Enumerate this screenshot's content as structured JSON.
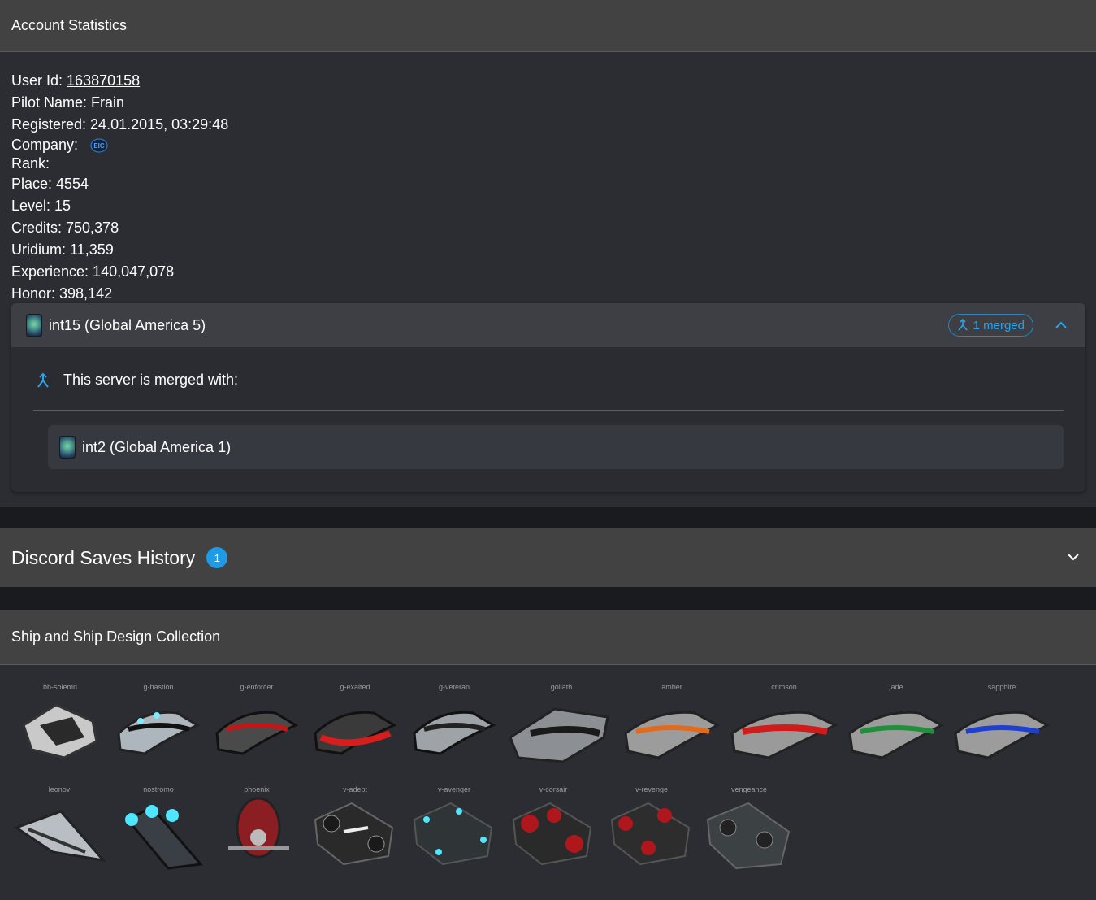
{
  "account": {
    "title": "Account Statistics",
    "user_id_label": "User Id:",
    "user_id": "163870158",
    "pilot_name": "Pilot Name: Frain",
    "registered": "Registered: 24.01.2015, 03:29:48",
    "company_label": "Company:",
    "rank_label": "Rank:",
    "place": "Place: 4554",
    "level": "Level: 15",
    "credits": "Credits: 750,378",
    "uridium": "Uridium: 11,359",
    "experience": "Experience: 140,047,078",
    "honor": "Honor: 398,142"
  },
  "server": {
    "name": "int15 (Global America 5)",
    "merged_chip": "1 merged",
    "merge_info": "This server is merged with:",
    "merged_servers": [
      "int2 (Global America 1)"
    ]
  },
  "discord": {
    "title": "Discord Saves History",
    "count": "1"
  },
  "ships": {
    "title": "Ship and Ship Design Collection",
    "row1": [
      "bb-solemn",
      "g-bastion",
      "g-enforcer",
      "g-exalted",
      "g-veteran",
      "goliath",
      "amber",
      "crimson",
      "jade",
      "sapphire"
    ],
    "row2": [
      "leonov",
      "nostromo",
      "phoenix",
      "v-adept",
      "v-avenger",
      "v-corsair",
      "v-revenge",
      "vengeance"
    ]
  },
  "colors": {
    "accent": "#1e9be6",
    "panel_header": "#424242",
    "panel_body": "#2b2d33",
    "page_bg": "#1a1b1e"
  }
}
